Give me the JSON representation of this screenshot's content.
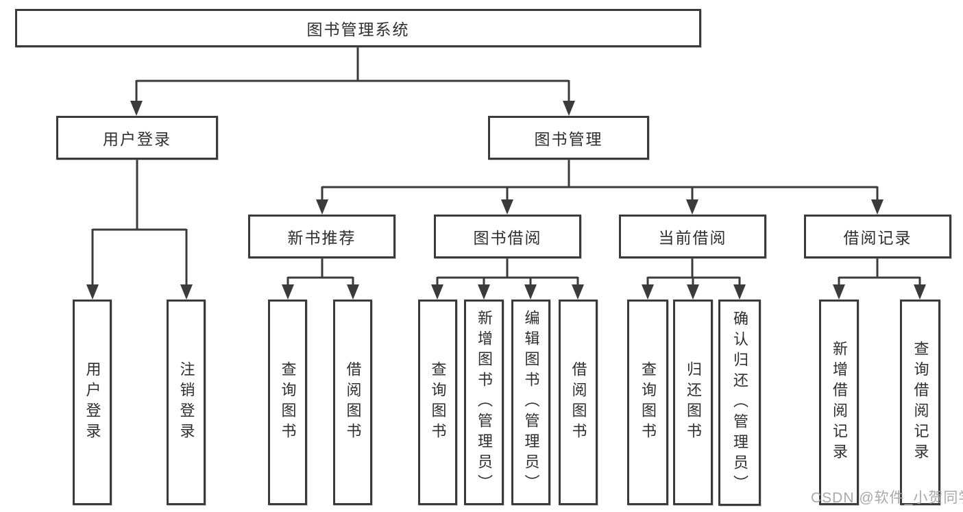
{
  "colors": {
    "line": "#3b3b3b",
    "box_border": "#3b3b3b",
    "text": "#2f2f2f",
    "watermark": "#a9a9a9",
    "background": "#ffffff"
  },
  "diagram": {
    "root": {
      "label": "图书管理系统"
    },
    "level2": [
      {
        "label": "用户登录"
      },
      {
        "label": "图书管理"
      }
    ],
    "level3": [
      {
        "label": "新书推荐"
      },
      {
        "label": "图书借阅"
      },
      {
        "label": "当前借阅"
      },
      {
        "label": "借阅记录"
      }
    ],
    "leaves": {
      "user_login": [
        "用户登录",
        "注销登录"
      ],
      "new_books": [
        "查询图书",
        "借阅图书"
      ],
      "book_borrow": [
        "查询图书",
        "新增图书（管理员）",
        "编辑图书（管理员）",
        "借阅图书"
      ],
      "current_borrow": [
        "查询图书",
        "归还图书",
        "确认归还（管理员）"
      ],
      "borrow_records": [
        "新增借阅记录",
        "查询借阅记录"
      ]
    }
  },
  "watermark": {
    "text": "CSDN @软件_小贺同学"
  }
}
